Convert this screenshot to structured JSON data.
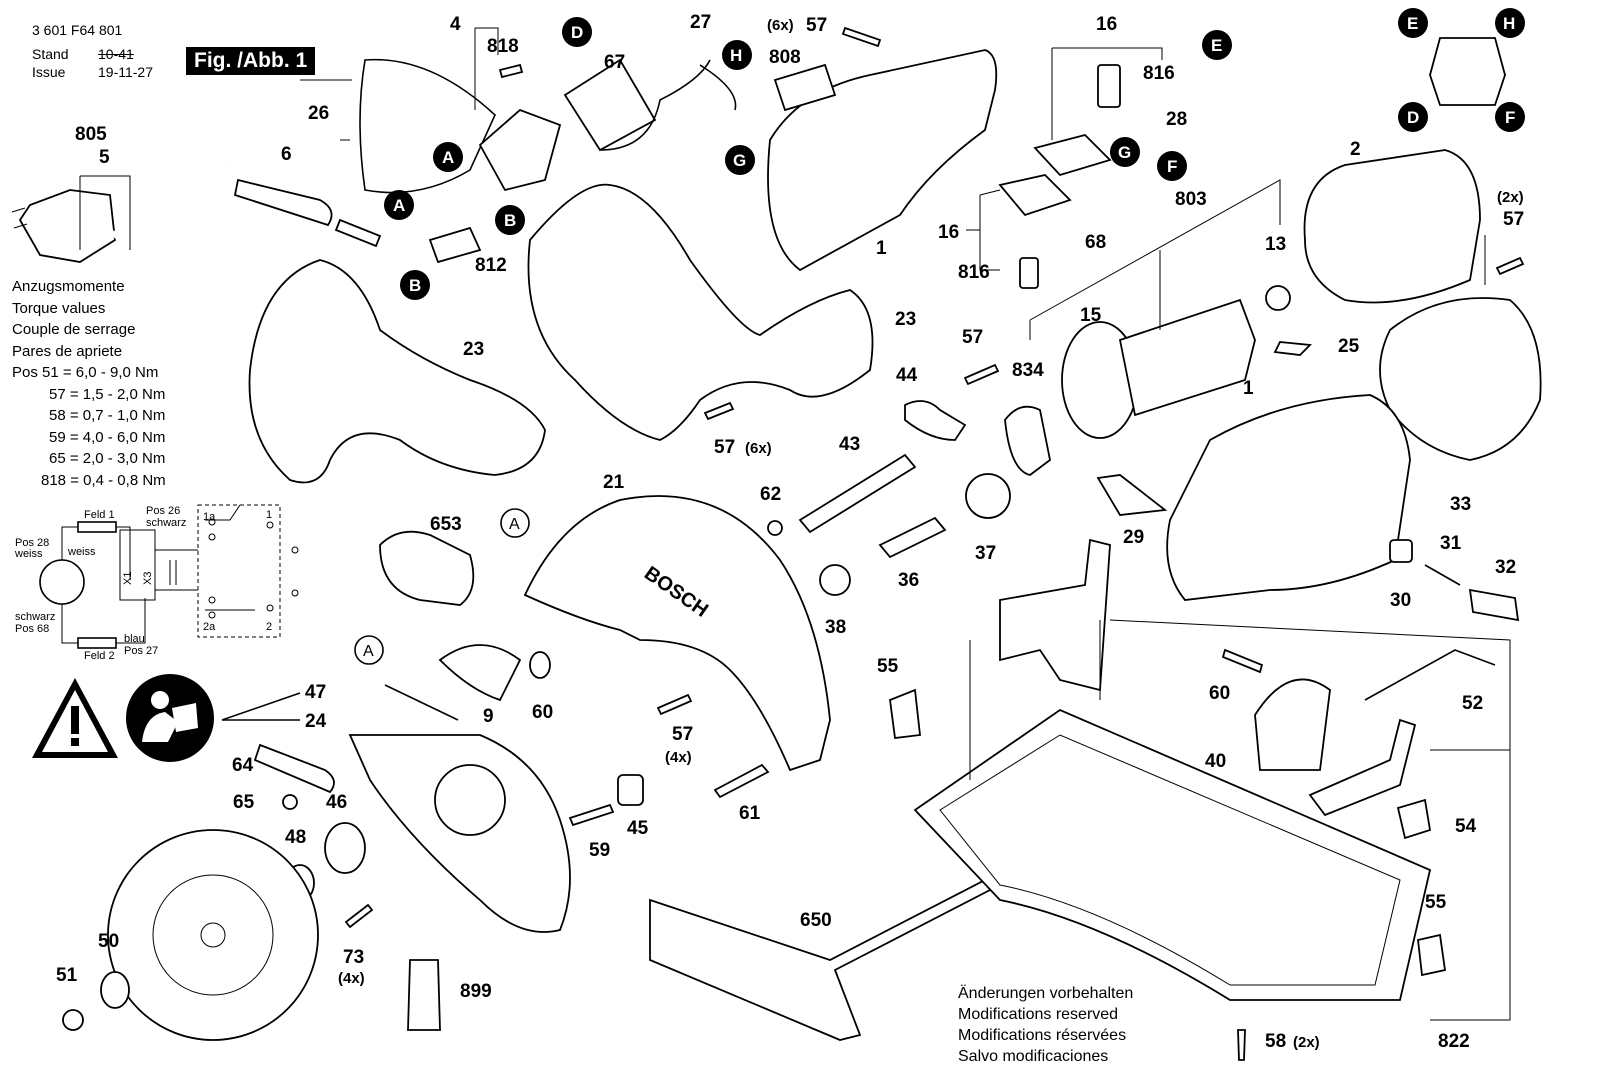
{
  "header": {
    "doc_number": "3 601 F64 801",
    "stand_label": "Stand",
    "stand_value": "10-41",
    "issue_label": "Issue",
    "issue_value": "19-11-27",
    "figure_label": "Fig. /Abb. 1"
  },
  "torque": {
    "lines": [
      "Anzugsmomente",
      "Torque values",
      "Couple de serrage",
      "Pares de apriete"
    ],
    "values": [
      "Pos  51 = 6,0 - 9,0 Nm",
      "57 = 1,5 - 2,0 Nm",
      "58 = 0,7 - 1,0 Nm",
      "59 = 4,0 - 6,0 Nm",
      "65 = 2,0 - 3,0 Nm",
      "818 = 0,4 - 0,8 Nm"
    ]
  },
  "wiring": {
    "feld1": "Feld 1",
    "feld2": "Feld 2",
    "pos26": "Pos 26",
    "schwarz_top": "schwarz",
    "pos28": "Pos 28",
    "weiss_left": "weiss",
    "weiss_mid": "weiss",
    "schwarz_bottom": "schwarz",
    "pos68": "Pos 68",
    "blau": "blau",
    "pos27": "Pos 27",
    "x1": "X1",
    "x3": "X3",
    "t1a": "1a",
    "t2a": "2a",
    "t1": "1",
    "t2": "2"
  },
  "remarks": [
    "Änderungen vorbehalten",
    "Modifications reserved",
    "Modifications réservées",
    "Salvo modificaciones"
  ],
  "callouts": [
    "A",
    "B",
    "D",
    "E",
    "F",
    "G",
    "H"
  ],
  "brand": "BOSCH",
  "part_labels": {
    "p805": "805",
    "p5": "5",
    "p6": "6",
    "p26": "26",
    "p4": "4",
    "p818": "818",
    "p67": "67",
    "p27": "27",
    "p808": "808",
    "p57_top": "57",
    "p57_top_qty": "(6x)",
    "p16_top": "16",
    "p816_top": "816",
    "p28": "28",
    "p2": "2",
    "p57_right": "57",
    "p57_right_qty": "(2x)",
    "p812": "812",
    "p23_left": "23",
    "p23_mid": "23",
    "p1_top": "1",
    "p16_mid": "16",
    "p68": "68",
    "p816_mid": "816",
    "p803": "803",
    "p13": "13",
    "p15": "15",
    "p834": "834",
    "p57_mid": "57",
    "p25": "25",
    "p44": "44",
    "p57_6x": "57",
    "p57_6x_qty": "(6x)",
    "p43": "43",
    "p1_mid": "1",
    "p33": "33",
    "p62": "62",
    "p21": "21",
    "p653": "653",
    "p29": "29",
    "p37": "37",
    "p36": "36",
    "p38": "38",
    "p31": "31",
    "p32": "32",
    "p30": "30",
    "p47": "47",
    "p24": "24",
    "p9": "9",
    "p60_left": "60",
    "p57_4x": "57",
    "p57_4x_qty": "(4x)",
    "p55_top": "55",
    "p60_right": "60",
    "p52": "52",
    "p40": "40",
    "p54": "54",
    "p64": "64",
    "p65": "65",
    "p46": "46",
    "p48": "48",
    "p45": "45",
    "p61": "61",
    "p59": "59",
    "p50": "50",
    "p51": "51",
    "p73": "73",
    "p73_qty": "(4x)",
    "p899": "899",
    "p650": "650",
    "p55_bottom": "55",
    "p58": "58",
    "p58_qty": "(2x)",
    "p822": "822"
  },
  "icons": [
    "warning-triangle-icon",
    "read-manual-icon"
  ]
}
